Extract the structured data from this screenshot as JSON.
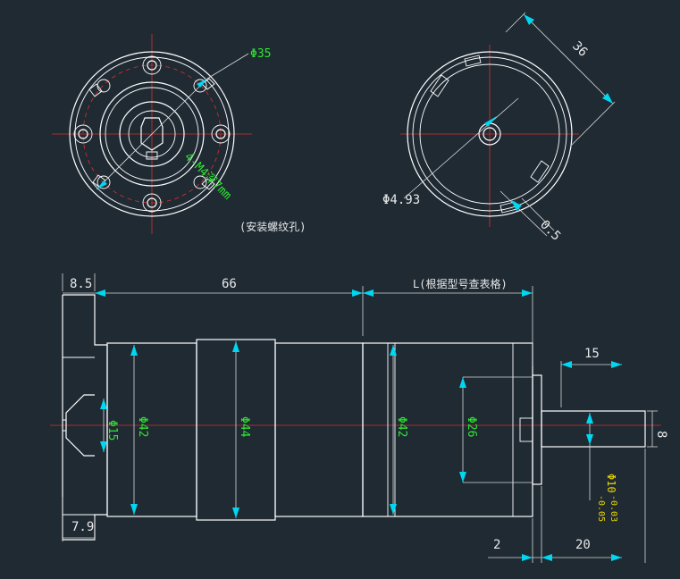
{
  "colors": {
    "background": "#1f2a33",
    "geometry": "#ffffff",
    "centerline": "#d9302c",
    "dimension_arrow": "#00d7f0",
    "diameter_text": "#2ee832",
    "tolerance_text": "#e8d400"
  },
  "front_view": {
    "dia_35": "Φ35",
    "screw_note": "4-M4深7mm",
    "mount_hole_note": "(安装螺纹孔)"
  },
  "rear_view": {
    "dim_36": "36",
    "dia_493": "Φ4.93",
    "dim_05": "0.5"
  },
  "side_view": {
    "dim_85": "8.5",
    "dim_66": "66",
    "dim_L": "L(根据型号查表格)",
    "dim_15": "15",
    "dim_8": "8",
    "dim_79": "7.9",
    "dim_2": "2",
    "dim_20": "20",
    "dia_15": "Φ15",
    "dia_42_left": "Φ42",
    "dia_44": "Φ44",
    "dia_42_right": "Φ42",
    "dia_26": "Φ26",
    "shaft_dia": "Φ10",
    "shaft_tol_upper": "-0.03",
    "shaft_tol_lower": "-0.05"
  }
}
